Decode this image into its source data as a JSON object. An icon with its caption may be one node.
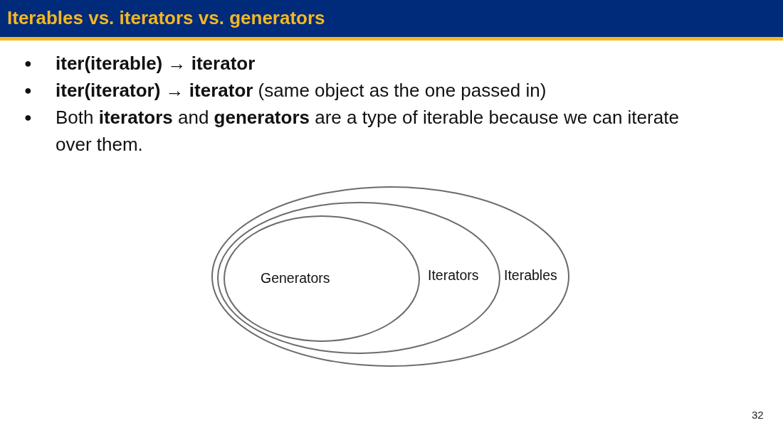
{
  "diagram": {
    "title": "Iterables vs. iterators vs. generators",
    "nodes": [
      {
        "text": [
          "Iterables"
        ]
      },
      {
        "text": [
          "Iterators"
        ],
        "in": 0
      },
      {
        "text": [
          "Generators"
        ],
        "in": 1
      }
    ],
    "edges": [],
    "labels": [
      "●",
      "iter(iterable) → iterator",
      "●",
      "**iter(iterator) → iterator** (same object as the one passed in)",
      "●",
      "Both **iterators** and **generators** are a type of iterable because we can iterate over them.",
      "32"
    ]
  }
}
